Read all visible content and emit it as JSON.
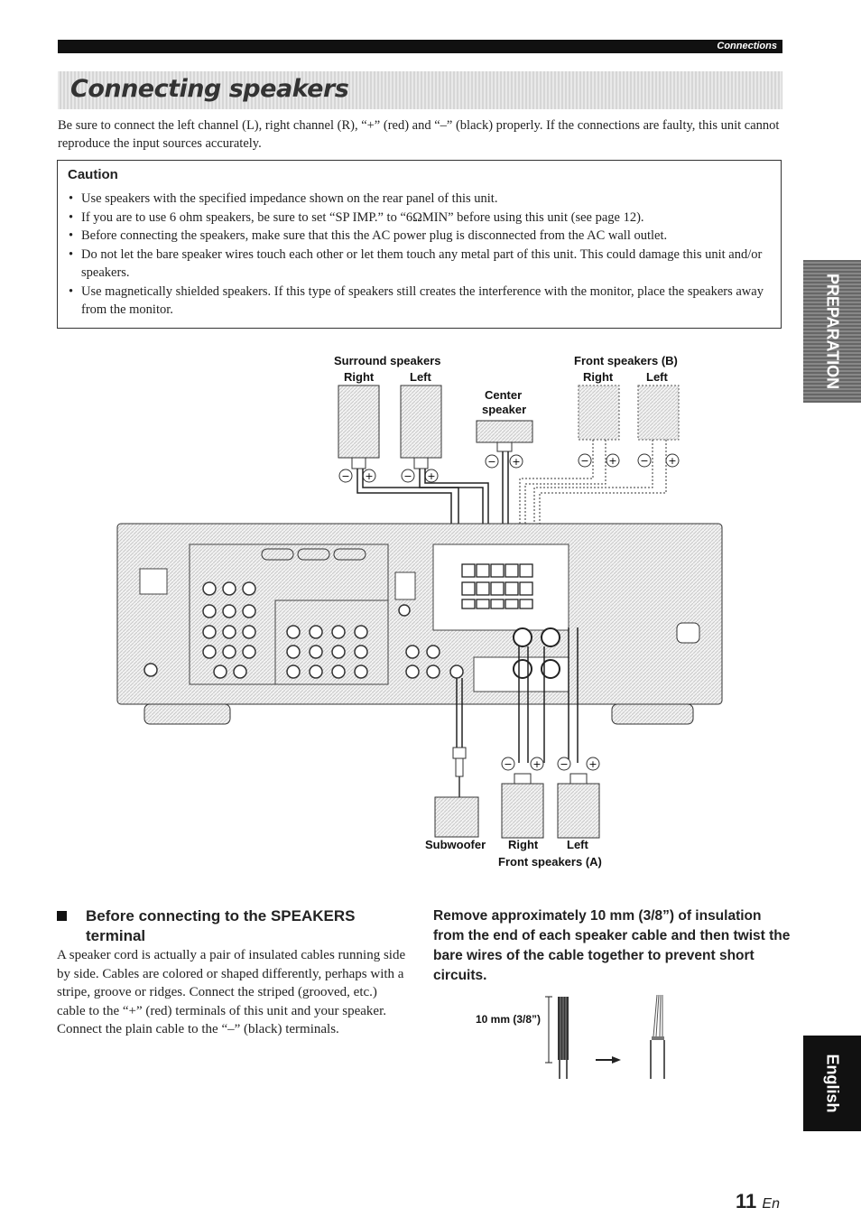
{
  "header": {
    "section_label": "Connections"
  },
  "title": "Connecting speakers",
  "intro": "Be sure to connect the left channel (L), right channel (R), “+” (red) and “–” (black) properly. If the connections are faulty, this unit cannot reproduce the input sources accurately.",
  "caution": {
    "heading": "Caution",
    "items": [
      "Use speakers with the specified impedance shown on the rear panel of this unit.",
      "If you are to use 6 ohm speakers, be sure to set “SP IMP.” to “6ΩMIN” before using this unit (see page 12).",
      "Before connecting the speakers, make sure that this the AC power plug is disconnected from the AC wall outlet.",
      "Do not let the bare speaker wires touch each other or let them touch any metal part of this unit. This could damage this unit and/or speakers.",
      "Use magnetically shielded speakers. If this type of speakers still creates the interference with the monitor, place the speakers away from the monitor."
    ]
  },
  "side_tabs": {
    "preparation": "PREPARATION",
    "english": "English"
  },
  "diagram": {
    "surround_speakers": "Surround speakers",
    "surround_right": "Right",
    "surround_left": "Left",
    "center_line1": "Center",
    "center_line2": "speaker",
    "front_b": "Front speakers (B)",
    "front_b_right": "Right",
    "front_b_left": "Left",
    "subwoofer": "Subwoofer",
    "front_a_right": "Right",
    "front_a_left": "Left",
    "front_a": "Front speakers (A)"
  },
  "section": {
    "heading": "Before connecting to the SPEAKERS terminal",
    "body": "A speaker cord is actually a pair of insulated cables running side by side. Cables are colored or shaped differently, perhaps with a stripe, groove or ridges. Connect the striped (grooved, etc.) cable to the “+” (red) terminals of this unit and your speaker. Connect the plain cable to the “–” (black) terminals."
  },
  "instruction": {
    "text": "Remove approximately 10 mm (3/8”) of insulation from the end of each speaker cable and then twist the bare wires of the cable together to prevent short circuits.",
    "measure_label": "10 mm (3/8”)"
  },
  "page": {
    "number": "11",
    "lang": "En"
  }
}
